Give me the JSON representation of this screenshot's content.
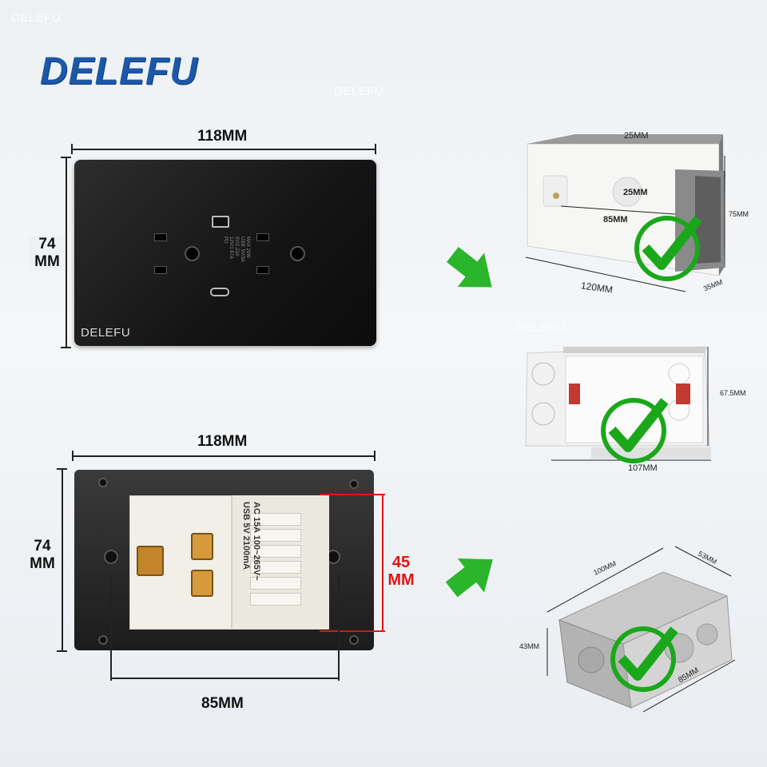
{
  "brand": {
    "logo_text": "DELEFU",
    "watermark": "DELEFU"
  },
  "front_view": {
    "width_label": "118MM",
    "height_label_top": "74",
    "height_label_bottom": "MM",
    "plate_brand": "DELEFU",
    "usb_spec_lines": [
      "MAX 20W",
      "USB: 5V/3A",
      "9V/2.22A",
      "12V/1.67A",
      "PD"
    ]
  },
  "back_view": {
    "width_label": "118MM",
    "height_label_top": "74",
    "height_label_bottom": "MM",
    "module_height_top": "45",
    "module_height_bottom": "MM",
    "mount_spacing_label": "85MM",
    "specs_line1": "AC 15A 100~265V~",
    "specs_line2": "USB 5V 2100mA"
  },
  "boxes": [
    {
      "name": "white plastic box",
      "labels": {
        "top": "25MM",
        "inner": "25MM",
        "span": "85MM",
        "width": "120MM",
        "height": "75MM",
        "depth": "35MM"
      }
    },
    {
      "name": "clear plastic box",
      "labels": {
        "height": "67.5MM",
        "width": "107MM"
      }
    },
    {
      "name": "metal box",
      "labels": {
        "length": "100MM",
        "depth": "53MM",
        "height": "43MM",
        "span": "85MM"
      }
    }
  ],
  "colors": {
    "brand_blue": "#1d57a8",
    "arrow_green": "#2bb52b",
    "check_green": "#1aa81a",
    "dim_red": "#e01414"
  },
  "icons": [
    "green-arrow-icon",
    "green-check-icon"
  ]
}
